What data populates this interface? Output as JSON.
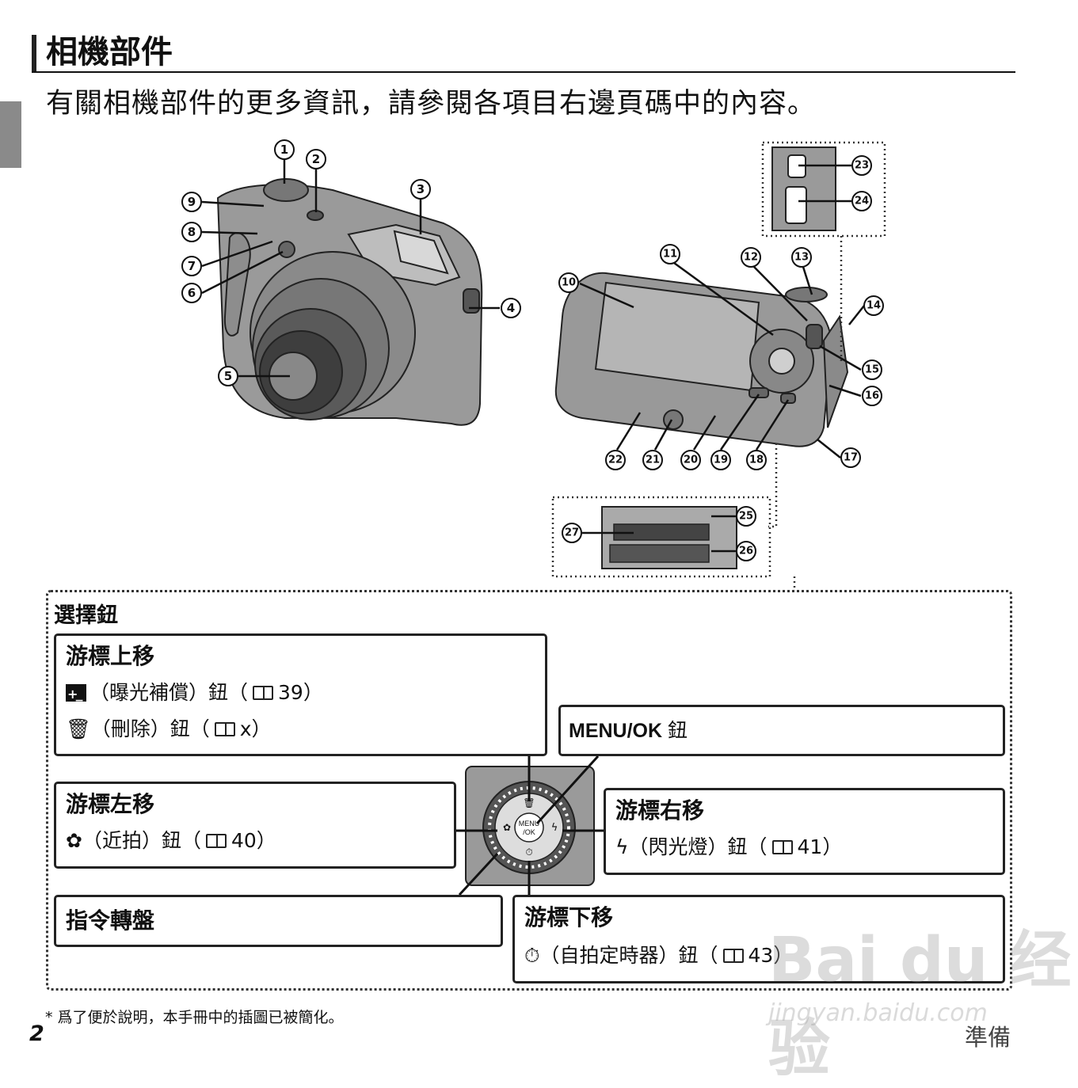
{
  "header": {
    "title": "相機部件",
    "intro": "有關相機部件的更多資訊，請參閱各項目右邊頁碼中的內容。"
  },
  "callouts": {
    "n1": "1",
    "n2": "2",
    "n3": "3",
    "n4": "4",
    "n5": "5",
    "n6": "6",
    "n7": "7",
    "n8": "8",
    "n9": "9",
    "n10": "10",
    "n11": "11",
    "n12": "12",
    "n13": "13",
    "n14": "14",
    "n15": "15",
    "n16": "16",
    "n17": "17",
    "n18": "18",
    "n19": "19",
    "n20": "20",
    "n21": "21",
    "n22": "22",
    "n23": "23",
    "n24": "24",
    "n25": "25",
    "n26": "26",
    "n27": "27"
  },
  "selector": {
    "label": "選擇鈕",
    "up": {
      "title": "游標上移",
      "line1": "（曝光補償）鈕（",
      "line1_page": "39）",
      "line2": "（刪除）鈕（",
      "line2_page": "x）"
    },
    "menu_ok": {
      "title": "MENU/OK",
      "suffix": " 鈕"
    },
    "left": {
      "title": "游標左移",
      "line1": "（近拍）鈕（",
      "line1_page": "40）"
    },
    "right": {
      "title": "游標右移",
      "line1": "（閃光燈）鈕（",
      "line1_page": "41）"
    },
    "dial": {
      "title": "指令轉盤"
    },
    "down": {
      "title": "游標下移",
      "line1": "（自拍定時器）鈕（",
      "line1_page": "43）"
    },
    "dial_center": "MENU\n/OK"
  },
  "footer": {
    "footnote": "* 爲了便於說明，本手冊中的插圖已被簡化。",
    "page_number": "2",
    "section": "準備"
  },
  "watermark": {
    "main": "Bai du 经验",
    "url": "jingyan.baidu.com"
  }
}
